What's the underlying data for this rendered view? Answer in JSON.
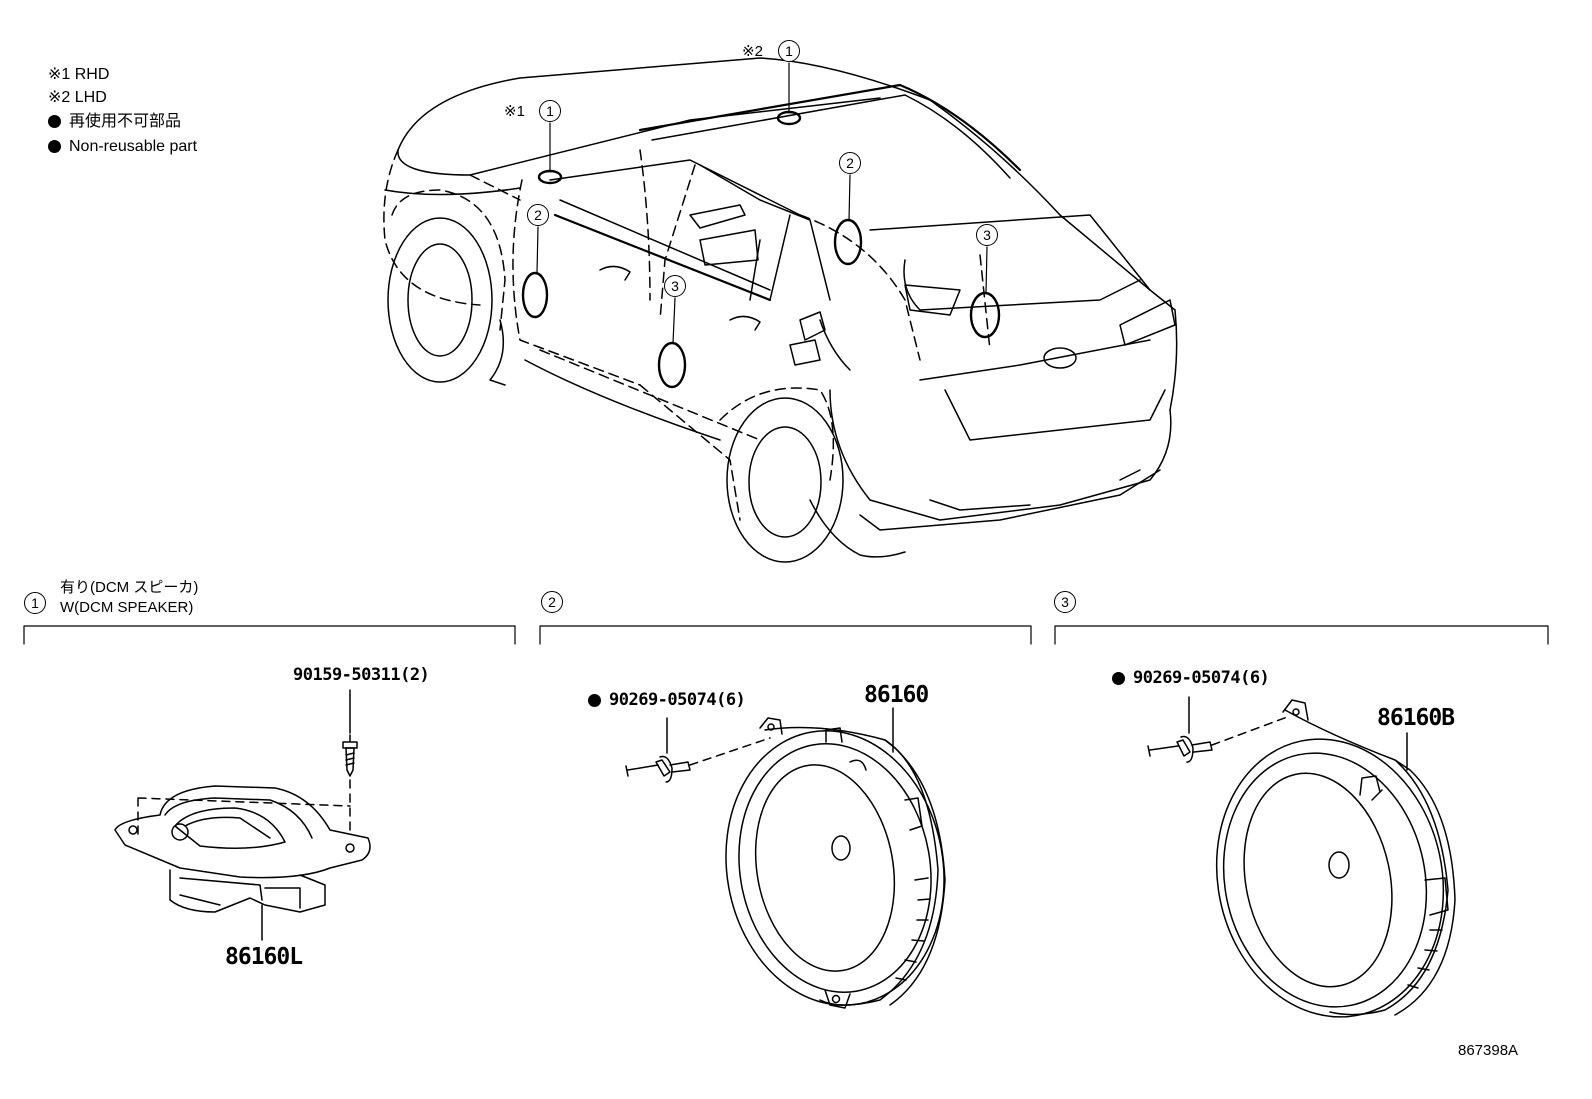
{
  "legend": {
    "rhd_mark": "※1 RHD",
    "lhd_mark": "※2 LHD",
    "nonreusable_jp": "再使用不可部品",
    "nonreusable_en": "Non-reusable part"
  },
  "car_callouts": {
    "note1": "※1",
    "note2": "※2",
    "num1": "1",
    "num2": "2",
    "num3": "3"
  },
  "sections": [
    {
      "num": "1",
      "title_jp": "有り(DCM スピーカ)",
      "title_en": "W(DCM SPEAKER)"
    },
    {
      "num": "2"
    },
    {
      "num": "3"
    }
  ],
  "parts": {
    "screw_1": "90159-50311(2)",
    "speaker_1": "86160L",
    "clip_2": "90269-05074(6)",
    "speaker_2": "86160",
    "clip_3": "90269-05074(6)",
    "speaker_3": "86160B"
  },
  "figure_id": "867398A"
}
